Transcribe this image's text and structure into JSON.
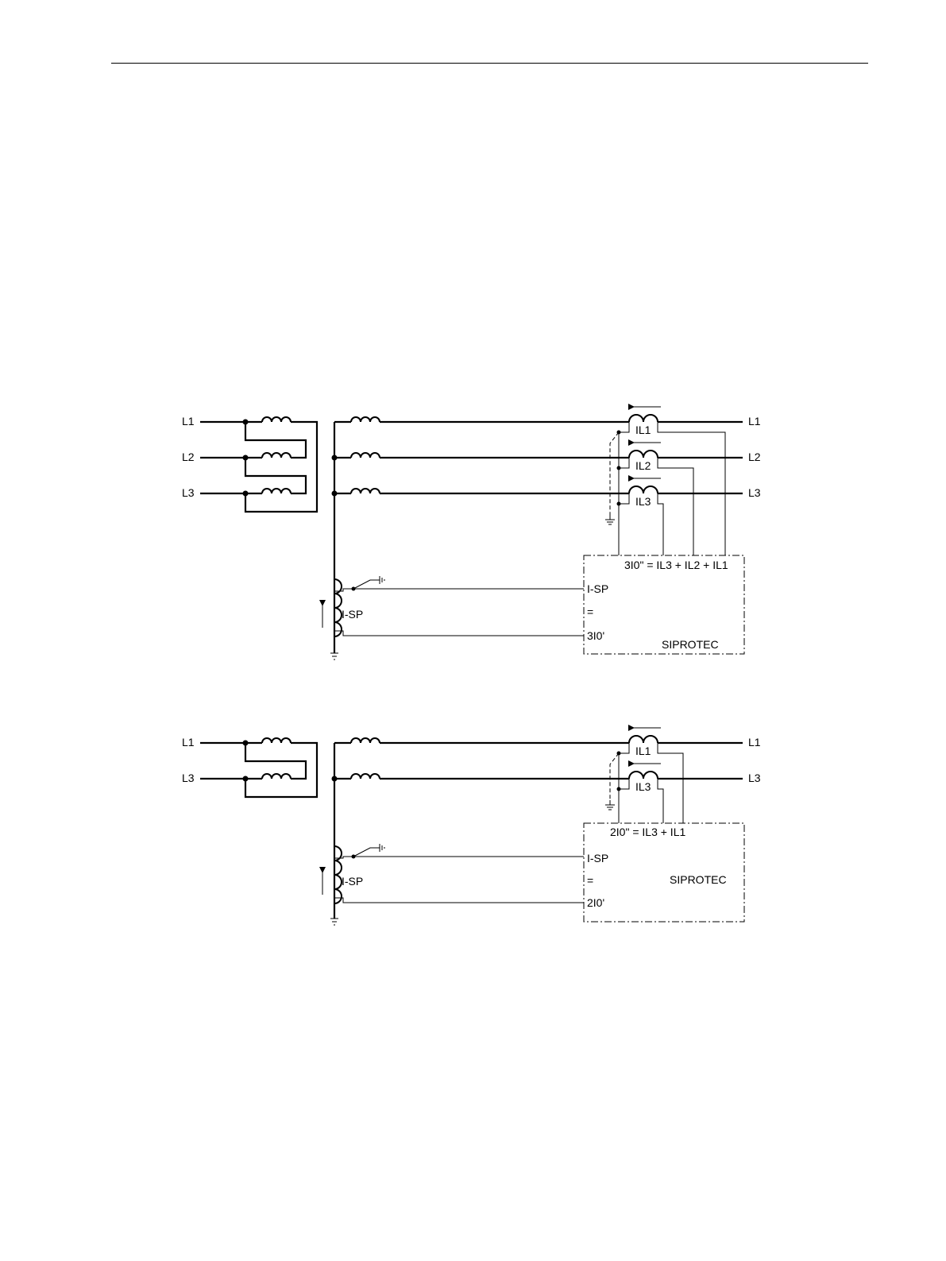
{
  "diagram1": {
    "lines": [
      "L1",
      "L2",
      "L3"
    ],
    "ct": [
      "IL1",
      "IL2",
      "IL3"
    ],
    "formula": "3I0\" = IL3 + IL2 + IL1",
    "ct_core": "I-SP",
    "terminal_top": "I-SP",
    "terminal_mid": "=",
    "terminal_bottom": "3I0'",
    "device": "SIPROTEC"
  },
  "diagram2": {
    "lines": [
      "L1",
      "L3"
    ],
    "ct": [
      "IL1",
      "IL3"
    ],
    "formula": "2I0\" = IL3 + IL1",
    "ct_core": "I-SP",
    "terminal_top": "I-SP",
    "terminal_mid": "=",
    "terminal_bottom": "2I0'",
    "device": "SIPROTEC"
  }
}
